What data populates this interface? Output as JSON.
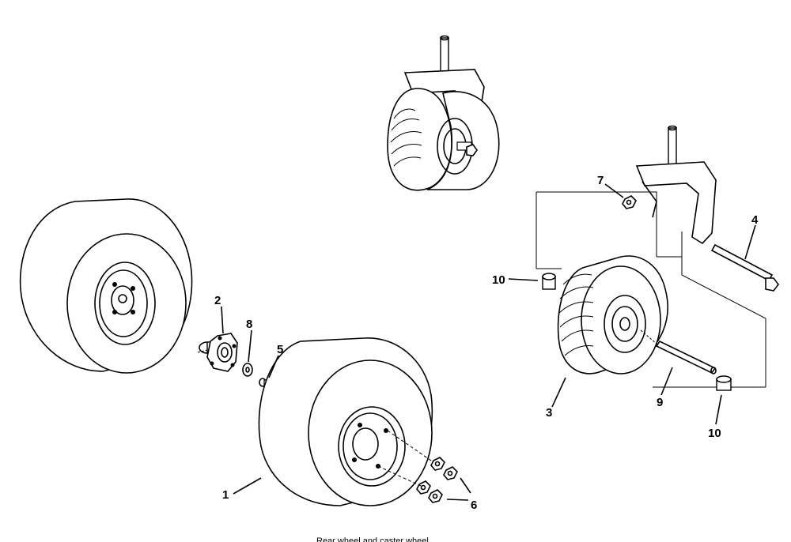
{
  "callouts": [
    {
      "id": "1",
      "text": "1"
    },
    {
      "id": "2",
      "text": "2"
    },
    {
      "id": "3",
      "text": "3"
    },
    {
      "id": "4",
      "text": "4"
    },
    {
      "id": "5",
      "text": "5"
    },
    {
      "id": "6",
      "text": "6"
    },
    {
      "id": "7",
      "text": "7"
    },
    {
      "id": "8",
      "text": "8"
    },
    {
      "id": "9",
      "text": "9"
    },
    {
      "id": "10a",
      "text": "10"
    },
    {
      "id": "10b",
      "text": "10"
    }
  ],
  "footer": {
    "text": "Rear wheel and caster wheel"
  },
  "colors": {
    "line": "#000000",
    "background": "#ffffff"
  }
}
